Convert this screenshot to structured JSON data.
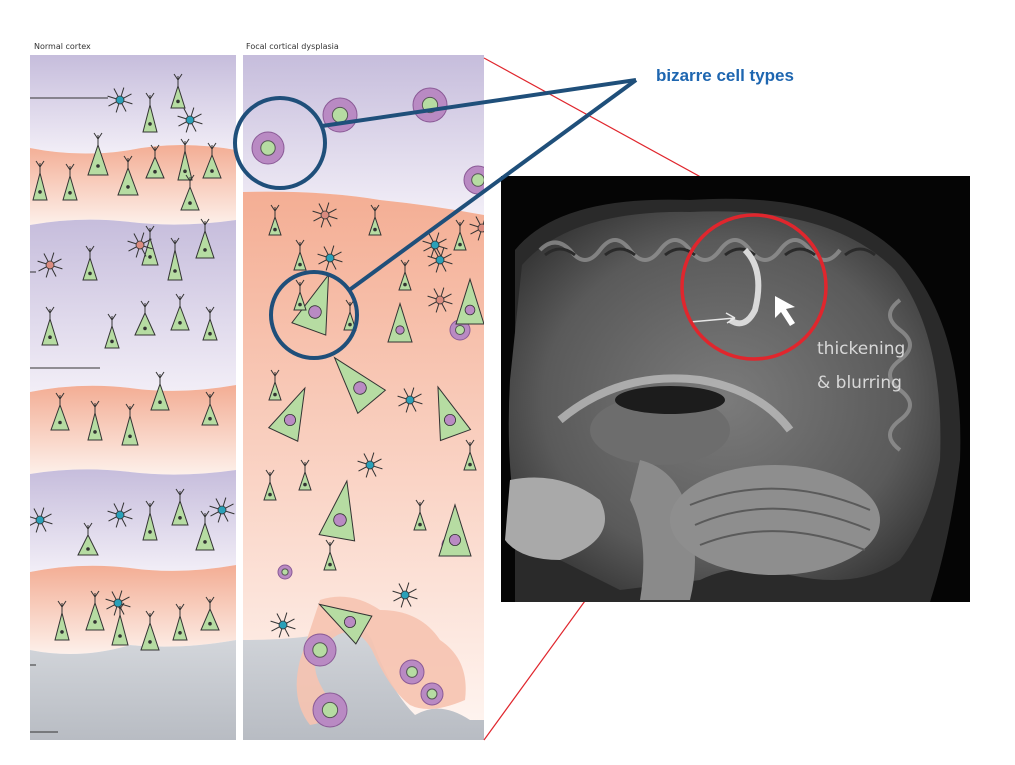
{
  "panels": {
    "normal_label": "Normal cortex",
    "fcd_label": "Focal cortical dysplasia"
  },
  "annotation": {
    "title": "bizarre cell types"
  },
  "mri": {
    "label_line1": "thickening",
    "label_line2": "& blurring"
  },
  "colors": {
    "annotation_blue": "#1f4f7a",
    "text_blue": "#1e66b0",
    "red_circle": "#e0262d",
    "purple_layer": "#cfc6e2",
    "salmon_layer": "#f4b7a1",
    "neuron_green": "#b6dca2",
    "balloon_cell_purple": "#b98ac3"
  }
}
